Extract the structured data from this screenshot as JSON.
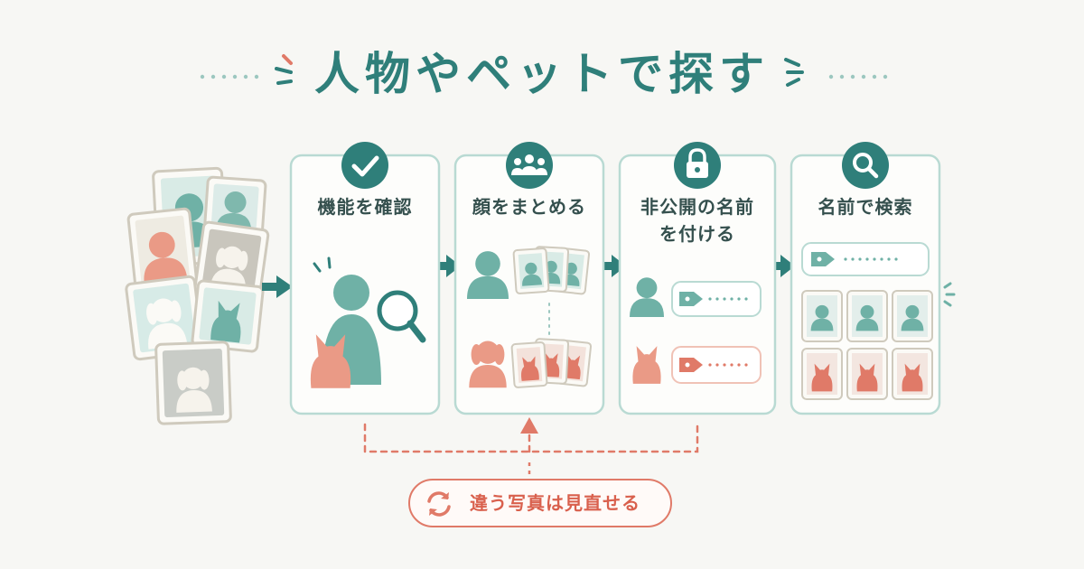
{
  "title": "人物やペットで探す",
  "steps": [
    {
      "label": "機能を確認",
      "icon": "check-icon"
    },
    {
      "label": "顔をまとめる",
      "icon": "group-icon"
    },
    {
      "label_line1": "非公開の名前",
      "label_line2": "を付ける",
      "icon": "lock-icon"
    },
    {
      "label": "名前で検索",
      "icon": "search-icon"
    }
  ],
  "redo": {
    "label": "違う写真は見直せる",
    "icon": "refresh-icon"
  },
  "colors": {
    "teal": "#2f7f7a",
    "teal_soft": "#6fb1a6",
    "coral": "#e07a68",
    "coral_soft": "#ea9a86",
    "card_border": "#b9dad3",
    "photo_frame": "#cfcabd"
  }
}
